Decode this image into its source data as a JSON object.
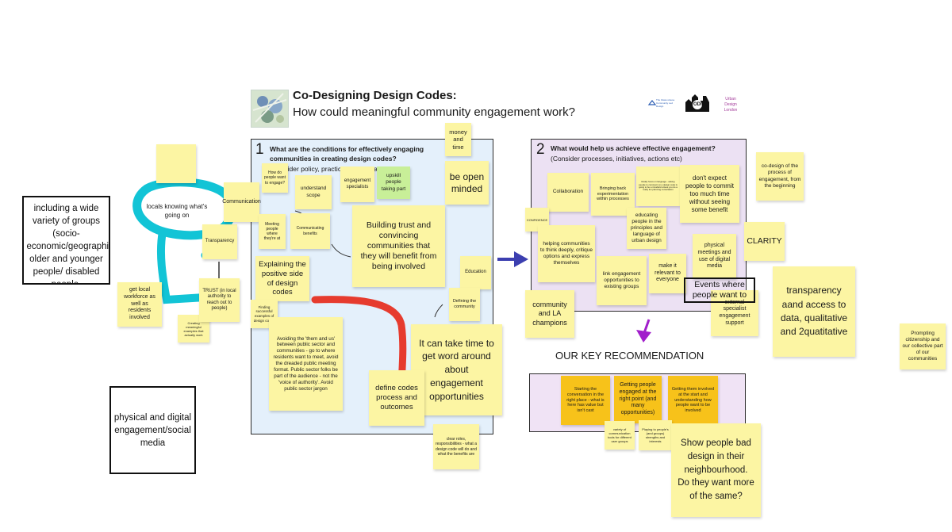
{
  "header": {
    "title": "Co-Designing Design Codes:",
    "subtitle": "How could meaningful community engagement work?",
    "logos": [
      "The Glass-House Community Led Design",
      "ODI",
      "Urban Design London"
    ]
  },
  "panel1": {
    "number": "1",
    "title": "What are the conditions for effectively engaging communities in creating design codes?",
    "subtitle": "(Consider policy, practice, skills, scale)"
  },
  "panel2": {
    "number": "2",
    "title": "What would help us achieve effective engagement?",
    "subtitle": "(Consider processes, initiatives, actions etc)"
  },
  "recommendation": {
    "heading": "OUR KEY RECOMMENDATION"
  },
  "left": {
    "circled_text": "locals knowing what's going on",
    "boxed_groups": "including a wide variety of groups (socio-economic/geographical/ older and younger people/ disabled people.",
    "boxed_physical": "physical and digital engagement/social media"
  },
  "panel2_boxed": "Events where people want to meet and",
  "notes": {
    "money_time": "money and time",
    "how_do_people": "How do people want to engage?",
    "understand_scope": "understand scope",
    "engagement_specialists": "engagement specialists",
    "upskill": "upskill people taking part",
    "be_open": "be open minded",
    "communication": "Communication",
    "meeting_people": "Meeting people where they're at",
    "communicating_benefits": "Communicating benefits",
    "building_trust": "Building trust and convincing communities that they will benefit from being involved",
    "transparency": "Transparency",
    "explaining": "Explaining the positive side of design codes",
    "education": "Education",
    "trust_local": "TRUST (in local authority to reach out to people)",
    "finding": "Finding successful examples of design codes",
    "defining": "Defining the community",
    "local_workforce": "get local workforce as well as residents involved",
    "creating_examples": "Creating meaningful examples that actually work",
    "avoiding": "Avoiding the 'them and us' between public sector and communities - go to where residents want to meet, avoid the dreaded public meeting format. Public sector folks be part of the audience - not the 'voice of authority'. Avoid public sector jargon",
    "define_codes": "define codes process and outcomes",
    "it_can_take": "It can take time to get word around about engagement opportunities",
    "clear_roles": "clear roles, responsibilities - what a design code will do and what the benefits are",
    "collaboration": "Collaboration",
    "bringing_back": "Bringing back experimentation within processes",
    "really_focus": "Really focus on language - asking people to comment on a design code is going to be a minefield unless you do a really fun planning consultation",
    "dont_expect": "don't expect people to commit too much time without seeing some benefit",
    "confidence": "CONFIDENCE",
    "helping": "helping communities to think deeply, critique options and express themselves",
    "educating": "educating people in the principles and language of urban design",
    "physical_meetings": "physical meetings and use of digital media",
    "link_engagement": "link engagement opportunities to existing groups",
    "make_relevant": "make it relevant to everyone",
    "external": "external specialist engagement support",
    "community_la": "community and LA champions",
    "codesign": "co-design of the process of engagement, from the beginning",
    "clarity": "CLARITY",
    "transparency_data": "transparency aand access to data, qualitative and 2quatitative",
    "prompting": "Prompting citizenship and our collective part of our communities",
    "starting_conv": "Starting the conversation in the right place - what is here has value but isn't cast",
    "getting_people": "Getting people engaged at the right point (and many opportunities)",
    "getting_them": "Getting them involved at the start and understanding how people want to be involved",
    "variety_tools": "variety of communication tools for different user groups",
    "playing_to": "Playing to people's (and groups) strengths and interests",
    "show_people": "Show people bad design in their neighbourhood. Do they want more of the same?"
  },
  "colors": {
    "sticky": "#fcf5a3",
    "sticky_orange": "#f7c21a",
    "sticky_green": "#c8ef98",
    "panel1_bg": "#e4f0fb",
    "panel2_bg": "#ece1f3",
    "reco_bg": "#f0e3f5",
    "cyan_scribble": "#12c4d6",
    "red_scribble": "#e63b2e",
    "arrow_blue": "#3c3fb0",
    "arrow_purple": "#a11ecb"
  }
}
